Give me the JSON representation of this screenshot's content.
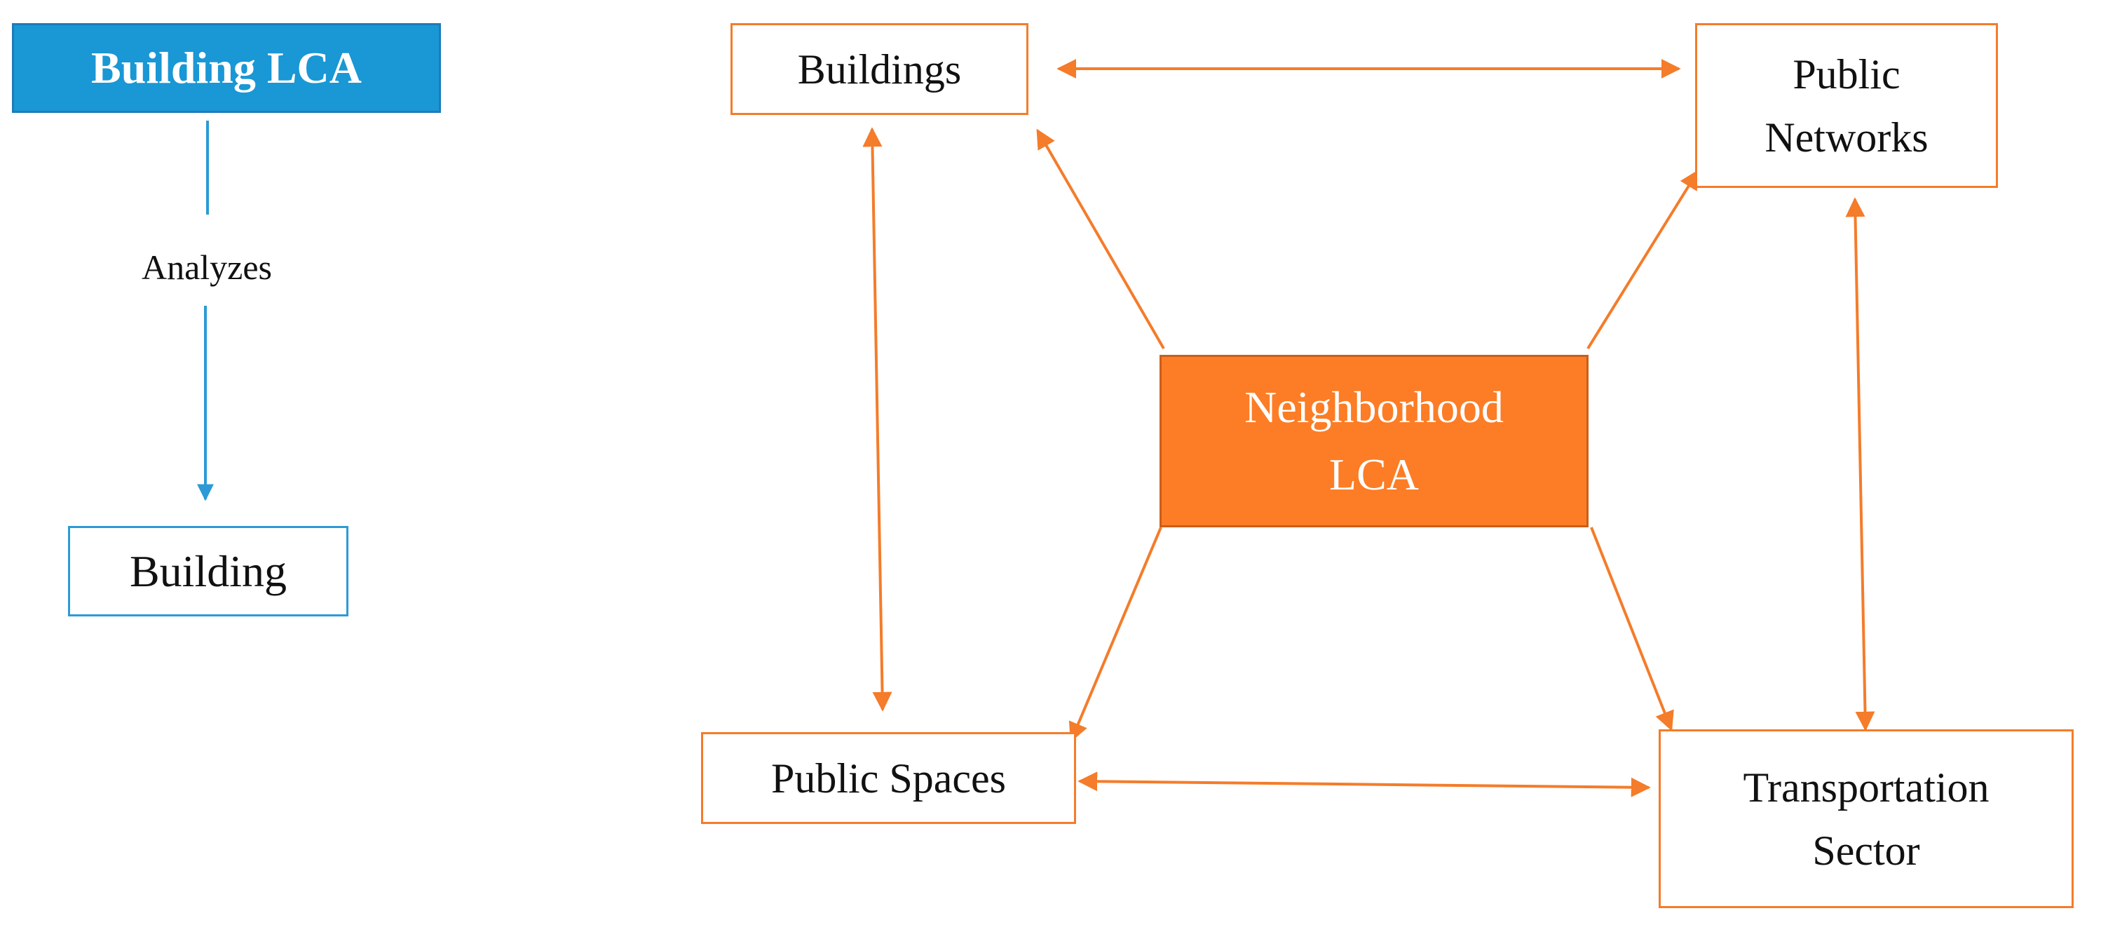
{
  "colors": {
    "blue_primary": "#1a97d5",
    "blue_line": "#2c9ad6",
    "orange_primary": "#f47c2a",
    "orange_fill": "#fc7d25"
  },
  "building_lca": {
    "title": "Building LCA",
    "edge_label": "Analyzes",
    "target": "Building"
  },
  "neighborhood_lca": {
    "center": "Neighborhood\nLCA",
    "buildings": "Buildings",
    "public_networks": "Public\nNetworks",
    "public_spaces": "Public Spaces",
    "transportation_sector": "Transportation\nSector"
  }
}
